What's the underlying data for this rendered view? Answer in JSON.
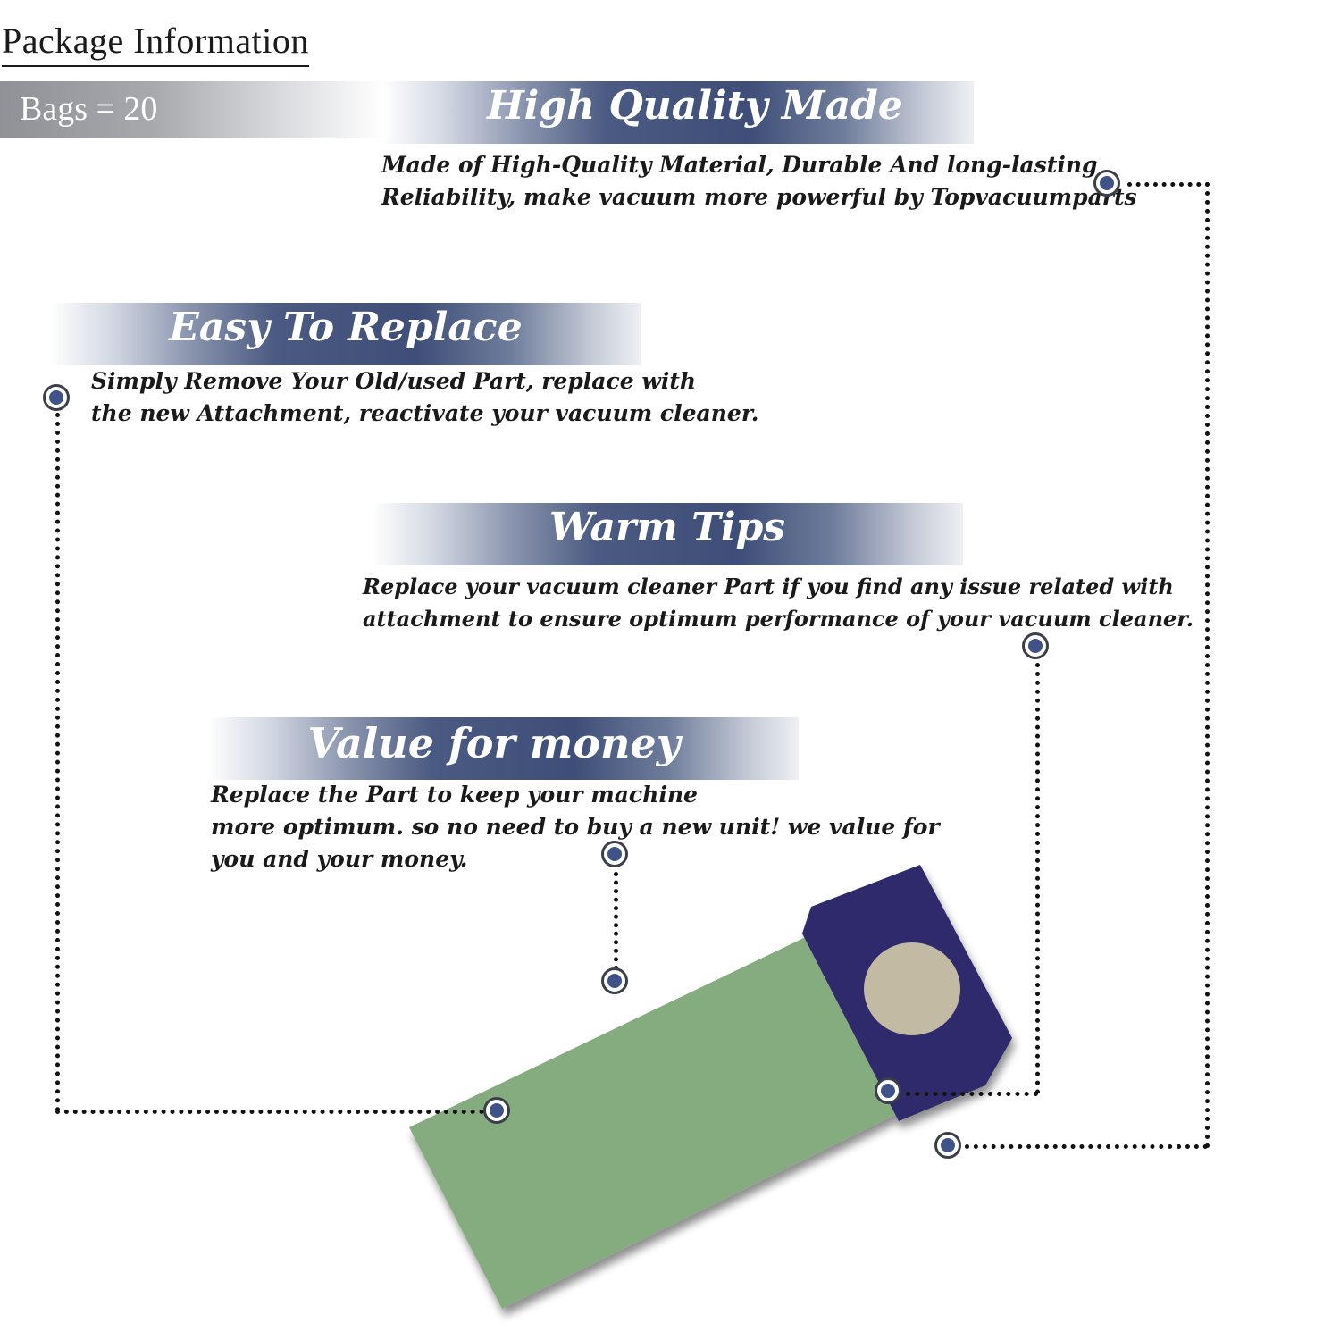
{
  "package": {
    "title": "Package Information",
    "bags_label": "Bags = 20"
  },
  "features": [
    {
      "title": "High Quality Made",
      "lines": [
        "Made of  High-Quality Material, Durable And long-lasting",
        "Reliability, make vacuum more powerful by Topvacuumparts"
      ]
    },
    {
      "title": "Easy To Replace",
      "lines": [
        "Simply Remove Your Old/used Part, replace with",
        "the new Attachment, reactivate your vacuum cleaner."
      ]
    },
    {
      "title": "Warm Tips",
      "lines": [
        "Replace your vacuum cleaner Part if you find any issue related with",
        " attachment to ensure optimum performance of your vacuum cleaner."
      ]
    },
    {
      "title": "Value for money",
      "lines": [
        "Replace the Part to keep your machine",
        "more optimum. so no need to buy a new unit! we value for",
        "you and your money."
      ]
    }
  ],
  "colors": {
    "banner_dark": "#3e4e78",
    "marker_fill": "#3f5388",
    "bag_body": "#84ac7e",
    "bag_collar": "#2f2c6c",
    "bag_hole": "#c2baa2"
  }
}
